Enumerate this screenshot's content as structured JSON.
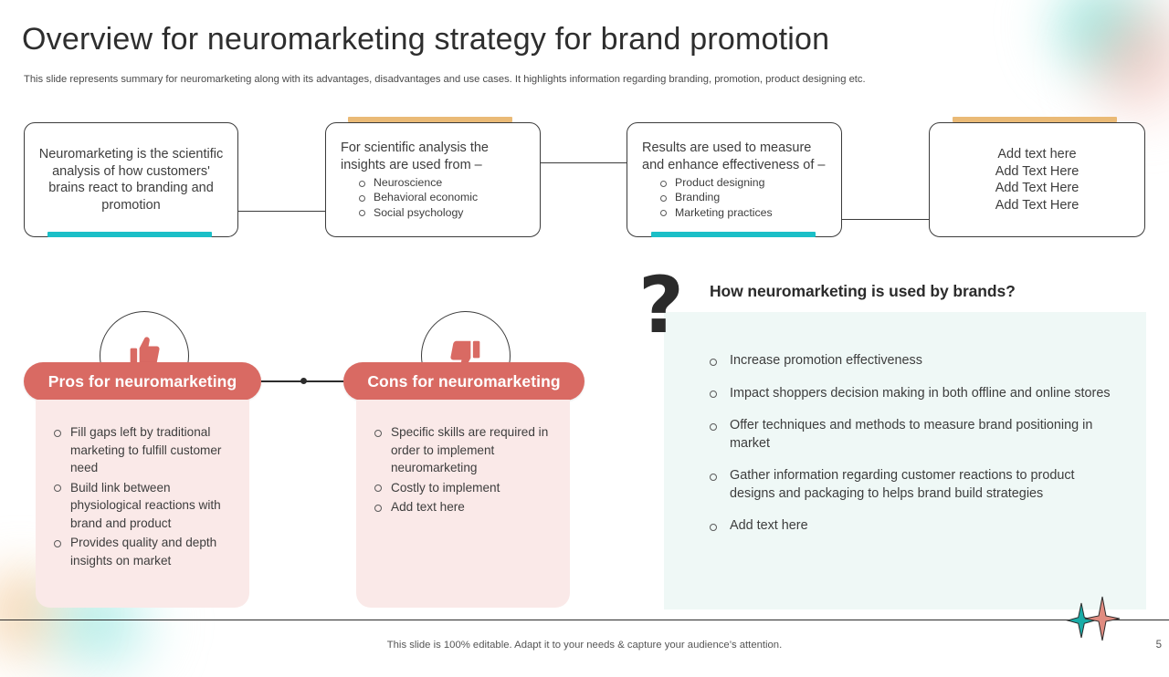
{
  "header": {
    "title": "Overview for neuromarketing strategy for brand promotion",
    "subtitle": "This slide represents summary for neuromarketing along with its advantages, disadvantages and use cases. It highlights information regarding branding, promotion, product designing etc."
  },
  "flow": {
    "boxes": [
      {
        "id": "definition",
        "text": "Neuromarketing is the scientific analysis of how customers' brains react to branding and promotion",
        "items": [],
        "bar_top": null,
        "bar_bottom": "#1bbfc7"
      },
      {
        "id": "scientific-analysis",
        "text": "For scientific analysis the insights are used from –",
        "items": [
          "Neuroscience",
          "Behavioral  economic",
          "Social psychology"
        ],
        "bar_top": "#eaba76",
        "bar_bottom": null
      },
      {
        "id": "results",
        "text": "Results are used to measure and enhance effectiveness of –",
        "items": [
          "Product designing",
          "Branding",
          "Marketing practices"
        ],
        "bar_top": null,
        "bar_bottom": "#1bbfc7"
      },
      {
        "id": "placeholder",
        "text": "Add text here\nAdd Text Here\nAdd Text Here\nAdd Text Here",
        "lines": [
          "Add text here",
          "Add Text Here",
          "Add Text Here",
          "Add Text Here"
        ],
        "items": [],
        "bar_top": "#eaba76",
        "bar_bottom": null
      }
    ]
  },
  "pros": {
    "icon": "thumbs-up-icon",
    "label": "Pros for neuromarketing",
    "items": [
      "Fill gaps left by traditional marketing to fulfill customer need",
      "Build link between physiological reactions with brand and product",
      "Provides quality and depth insights on market"
    ]
  },
  "cons": {
    "icon": "thumbs-down-icon",
    "label": "Cons for neuromarketing",
    "items": [
      "Specific skills are required in order to implement neuromarketing",
      "Costly to implement",
      "Add text here"
    ]
  },
  "question": {
    "icon": "question-mark-icon",
    "heading": "How neuromarketing is used by brands?",
    "items": [
      "Increase promotion effectiveness",
      "Impact shoppers decision making in both offline and online stores",
      "Offer techniques and methods to measure brand positioning in market",
      "Gather information regarding customer reactions to product designs and packaging to helps brand build strategies",
      "Add text here"
    ]
  },
  "footer": {
    "note": "This slide is 100% editable. Adapt it to your needs & capture your audience’s attention.",
    "page_number": "5"
  },
  "colors": {
    "accent_teal": "#1bbfc7",
    "accent_tan": "#eaba76",
    "pill_red": "#d96a63",
    "panel_pink": "#fae9e8",
    "panel_mint": "#eff8f6",
    "text_dark": "#3d3d3d"
  }
}
